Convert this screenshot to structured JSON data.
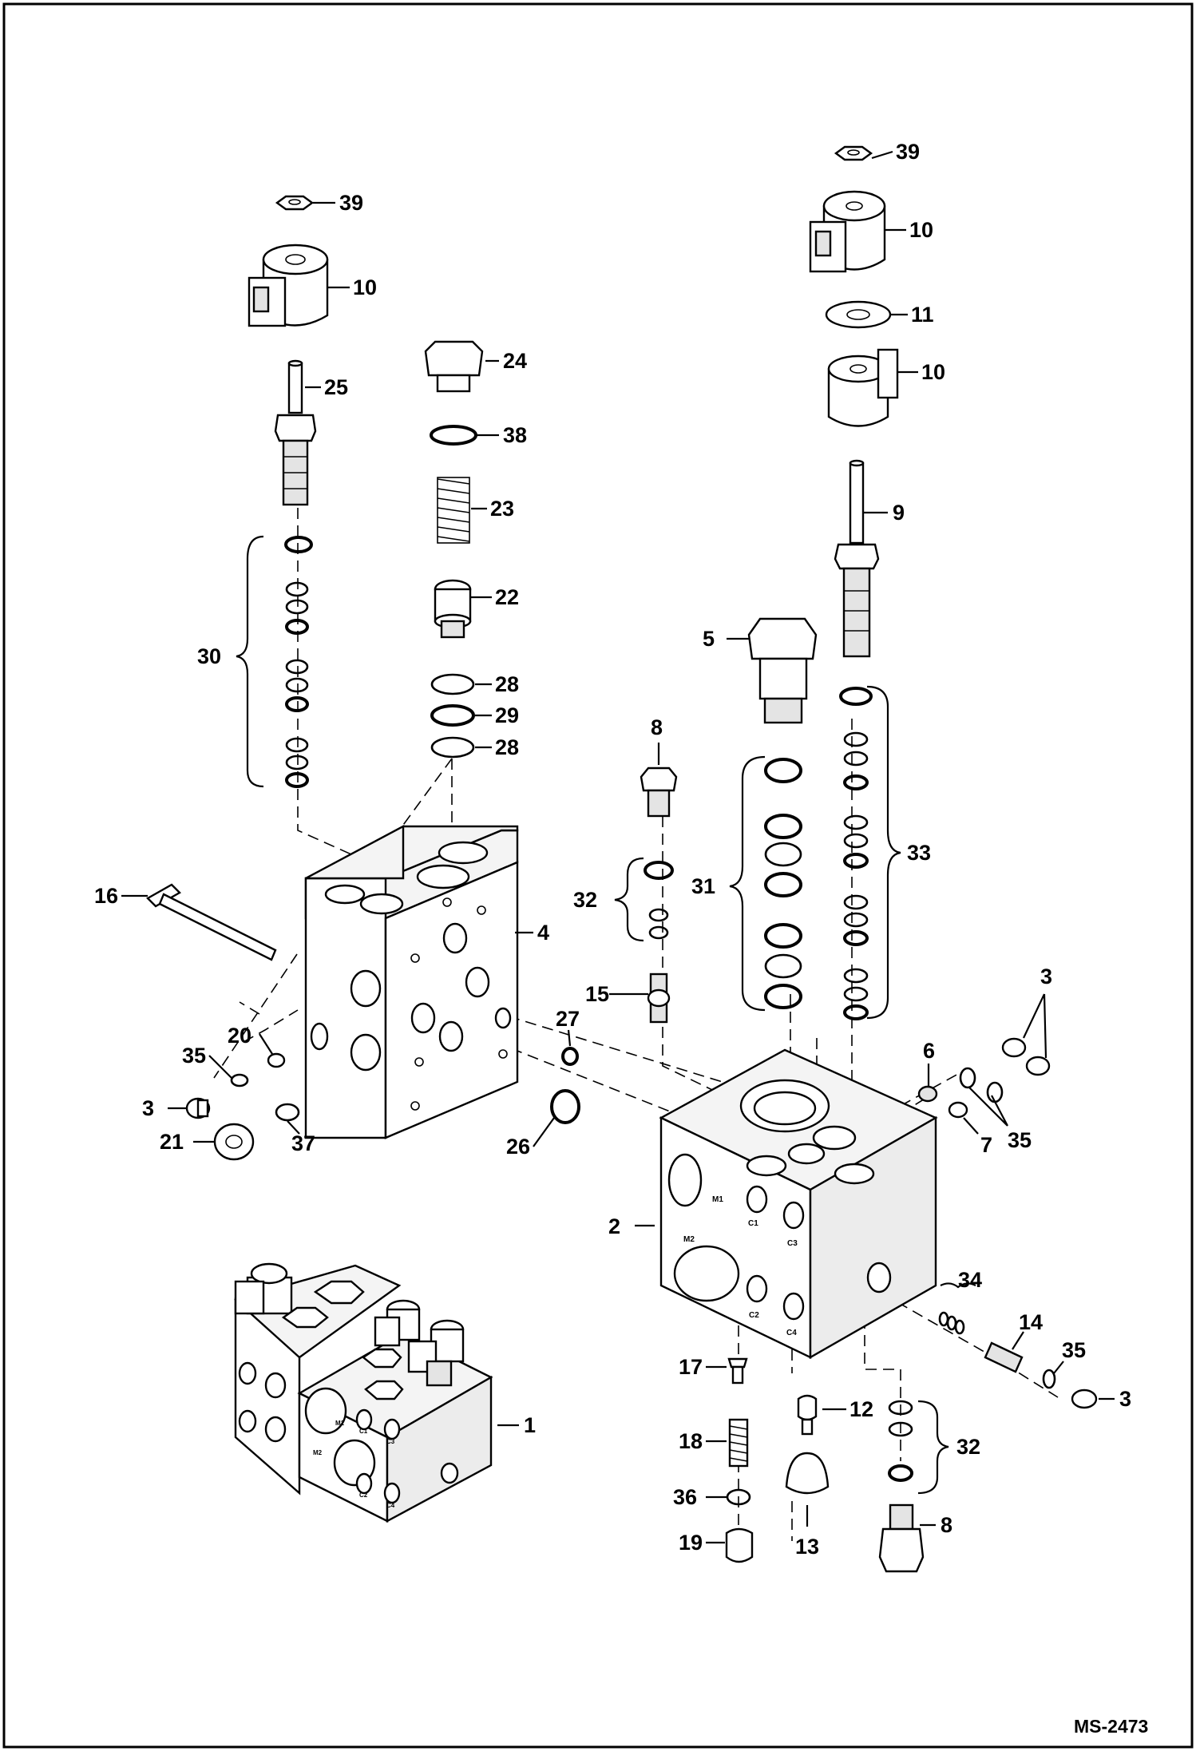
{
  "drawing": {
    "reference": "MS-2473",
    "callouts": {
      "c1": "1",
      "c2": "2",
      "c3a": "3",
      "c3b": "3",
      "c3c": "3",
      "c4": "4",
      "c5": "5",
      "c6": "6",
      "c7": "7",
      "c8a": "8",
      "c8b": "8",
      "c9": "9",
      "c10a": "10",
      "c10b": "10",
      "c10c": "10",
      "c11": "11",
      "c12": "12",
      "c13": "13",
      "c14": "14",
      "c15": "15",
      "c16": "16",
      "c17": "17",
      "c18": "18",
      "c19": "19",
      "c20": "20",
      "c21": "21",
      "c22": "22",
      "c23": "23",
      "c24": "24",
      "c25": "25",
      "c26": "26",
      "c27": "27",
      "c28a": "28",
      "c28b": "28",
      "c29": "29",
      "c30": "30",
      "c31": "31",
      "c32a": "32",
      "c32b": "32",
      "c33": "33",
      "c34": "34",
      "c35a": "35",
      "c35b": "35",
      "c35c": "35",
      "c36": "36",
      "c37": "37",
      "c38": "38",
      "c39a": "39",
      "c39b": "39"
    },
    "port_labels": {
      "m1": "M1",
      "m2": "M2",
      "c1": "C1",
      "c2": "C2",
      "c3": "C3",
      "c4": "C4",
      "a_m1": "M1",
      "a_m2": "M2",
      "a_c1": "C1",
      "a_c2": "C2",
      "a_c3": "C3",
      "a_c4": "C4"
    }
  }
}
